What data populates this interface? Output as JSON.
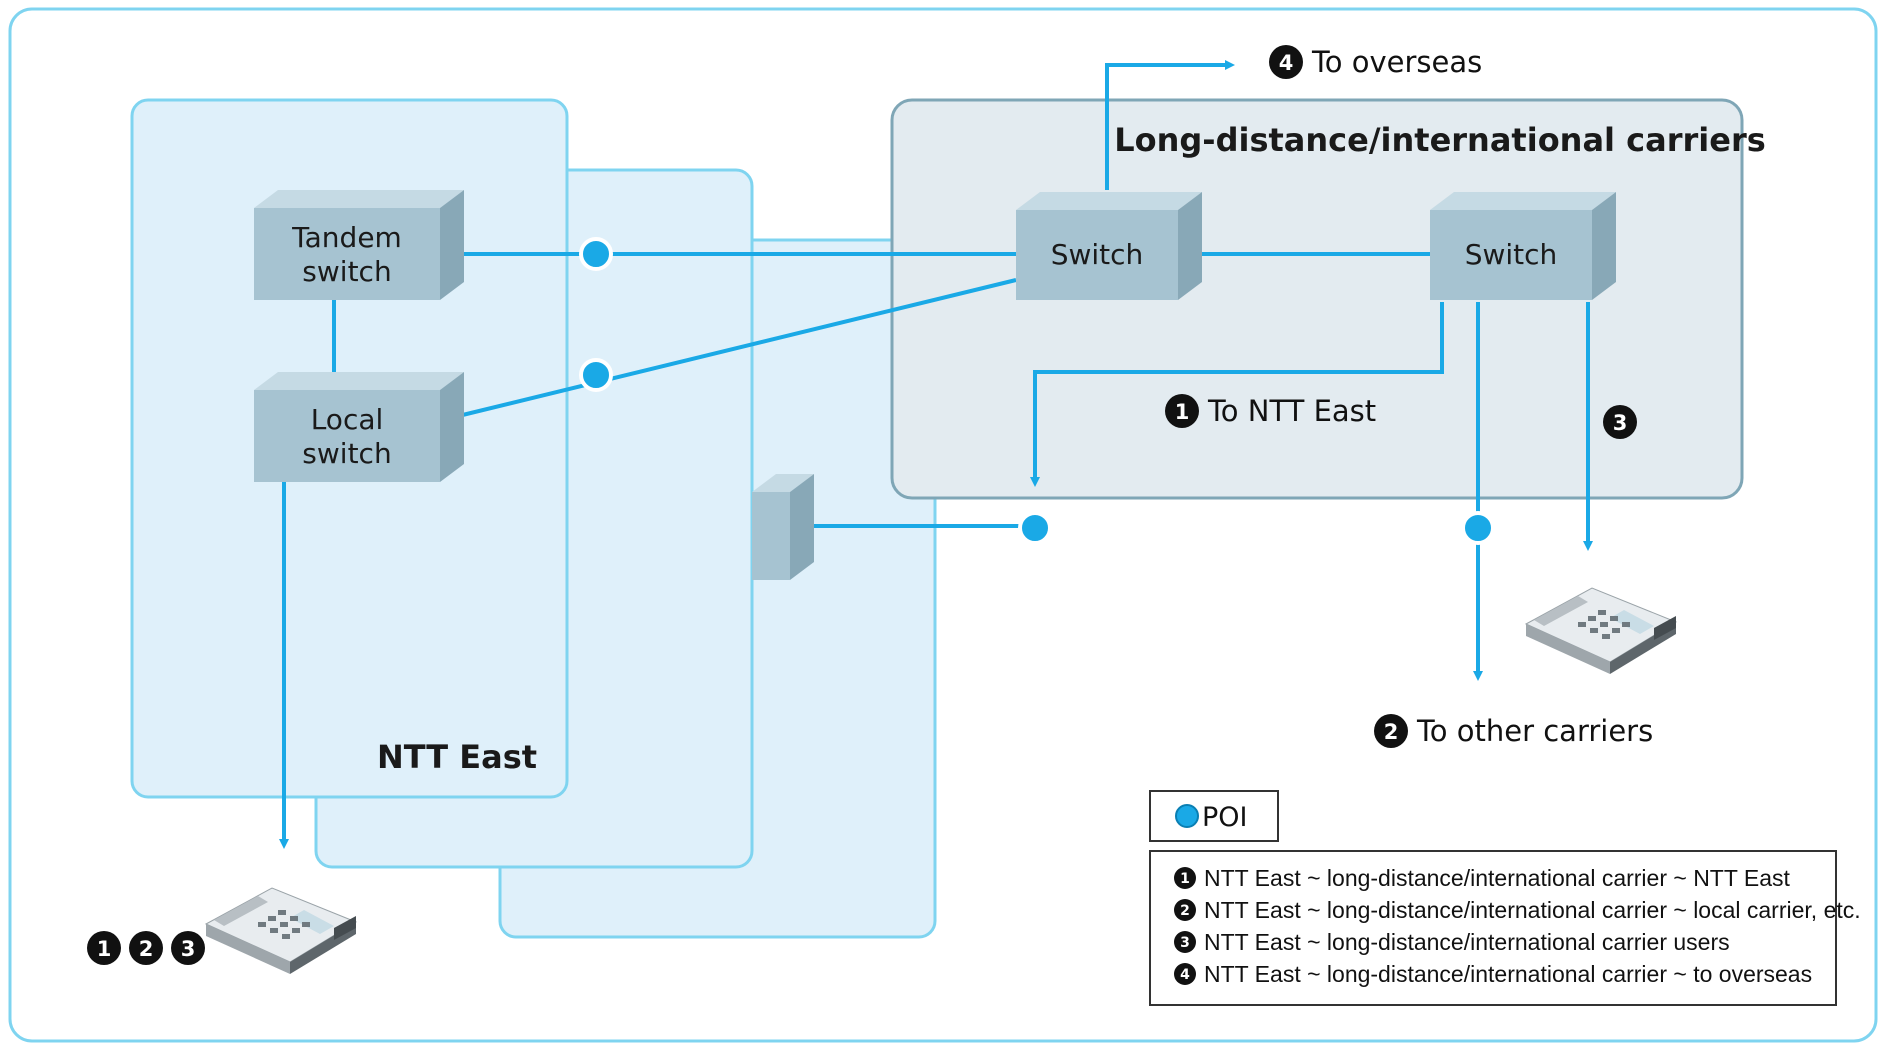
{
  "colors": {
    "line": "#1aa9e6",
    "poi_fill": "#1aa9e6",
    "ntt_panel": "#dff0fa",
    "ntt_border": "#7fd4f0",
    "carrier_panel": "#e3ebf0",
    "carrier_border": "#7fa6b6",
    "switch_front": "#a6c3d1",
    "switch_top": "#c5dae4",
    "switch_side": "#88a8b7"
  },
  "ntt_east": {
    "label": "NTT East"
  },
  "carriers": {
    "label": "Long-distance/international carriers"
  },
  "switches": {
    "tandem": [
      "Tandem",
      "switch"
    ],
    "local": [
      "Local",
      "switch"
    ],
    "carrier_a": "Switch",
    "carrier_b": "Switch"
  },
  "routes": {
    "r1": {
      "num": "1",
      "label": "To NTT East"
    },
    "r2": {
      "num": "2",
      "label": "To other carriers"
    },
    "r3": {
      "num": "3"
    },
    "r4": {
      "num": "4",
      "label": "To overseas"
    }
  },
  "phone_badges": [
    "1",
    "2",
    "3"
  ],
  "poi_legend": {
    "label": "POI"
  },
  "legend": [
    {
      "num": "1",
      "text": "NTT East ~ long-distance/international carrier ~ NTT East"
    },
    {
      "num": "2",
      "text": "NTT East ~  long-distance/international carrier ~ local carrier, etc."
    },
    {
      "num": "3",
      "text": "NTT East ~ long-distance/international carrier users"
    },
    {
      "num": "4",
      "text": "NTT East ~ long-distance/international carrier ~ to overseas"
    }
  ],
  "icons": [
    "poi-dot-icon",
    "telephone-icon",
    "arrow-icon"
  ]
}
